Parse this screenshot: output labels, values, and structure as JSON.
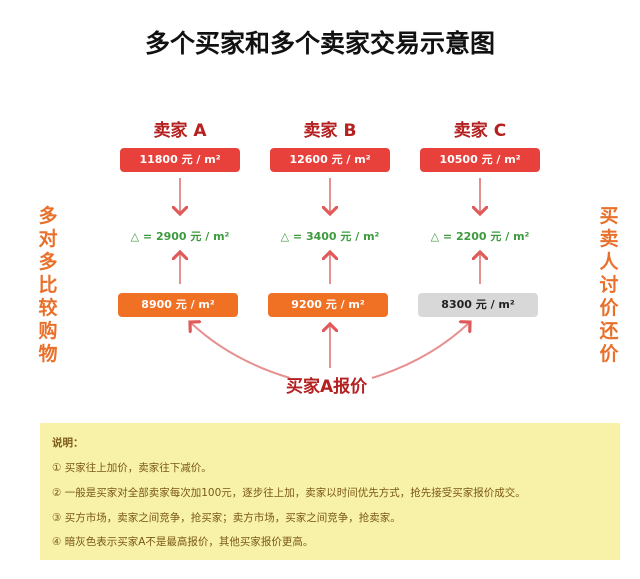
{
  "title": "多个买家和多个卖家交易示意图",
  "sellers": [
    {
      "name": "卖家 A",
      "ask": "11800 元 / m²",
      "delta": "△ = 2900 元 / m²",
      "bid": "8900 元 / m²"
    },
    {
      "name": "卖家 B",
      "ask": "12600 元 / m²",
      "delta": "△ = 3400 元 / m²",
      "bid": "9200 元 / m²"
    },
    {
      "name": "卖家 C",
      "ask": "10500 元 / m²",
      "delta": "△ = 2200 元 / m²",
      "bid": "8300 元 / m²"
    }
  ],
  "left_label": "多对多比较购物",
  "right_label": "买卖人讨价还价",
  "buyer_label": "买家A报价",
  "notes": {
    "heading": "说明：",
    "items": [
      "① 买家往上加价，卖家往下减价。",
      "② 一般是买家对全部卖家每次加100元，逐步往上加，卖家以时间优先方式，抢先接受买家报价成交。",
      "③ 买方市场，卖家之间竞争，抢买家；卖方市场，买家之间竞争，抢卖家。",
      "④ 暗灰色表示买家A不是最高报价，其他买家报价更高。"
    ]
  }
}
